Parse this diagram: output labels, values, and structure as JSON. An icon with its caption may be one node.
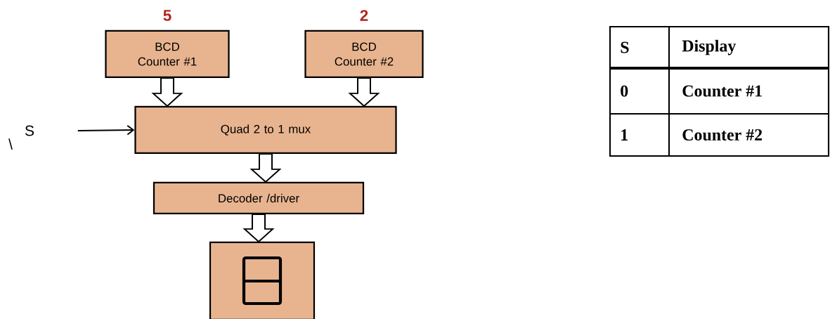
{
  "diagram": {
    "nodes": [
      {
        "text": [
          "BCD Counter #1"
        ],
        "beside": [
          "5"
        ]
      },
      {
        "text": [
          "BCD Counter #2"
        ],
        "beside": [
          "2"
        ]
      },
      {
        "text": [
          "Quad 2 to 1 mux"
        ]
      },
      {
        "text": [
          "Decoder /driver"
        ]
      },
      {
        "text": [],
        "shape": "box"
      },
      {
        "text": [
          "S"
        ]
      }
    ],
    "edges": [
      {
        "from": 0,
        "to": 2,
        "arrow": "to",
        "style": "thick"
      },
      {
        "from": 1,
        "to": 2,
        "arrow": "to",
        "style": "thick"
      },
      {
        "from": 5,
        "to": 2,
        "arrow": "to"
      },
      {
        "from": 2,
        "to": 3,
        "arrow": "to",
        "style": "thick"
      },
      {
        "from": 3,
        "to": 4,
        "arrow": "to",
        "style": "thick"
      }
    ],
    "labels": [
      "\\",
      "S",
      "Display",
      "0",
      "Counter #1",
      "1",
      "Counter #2"
    ]
  }
}
